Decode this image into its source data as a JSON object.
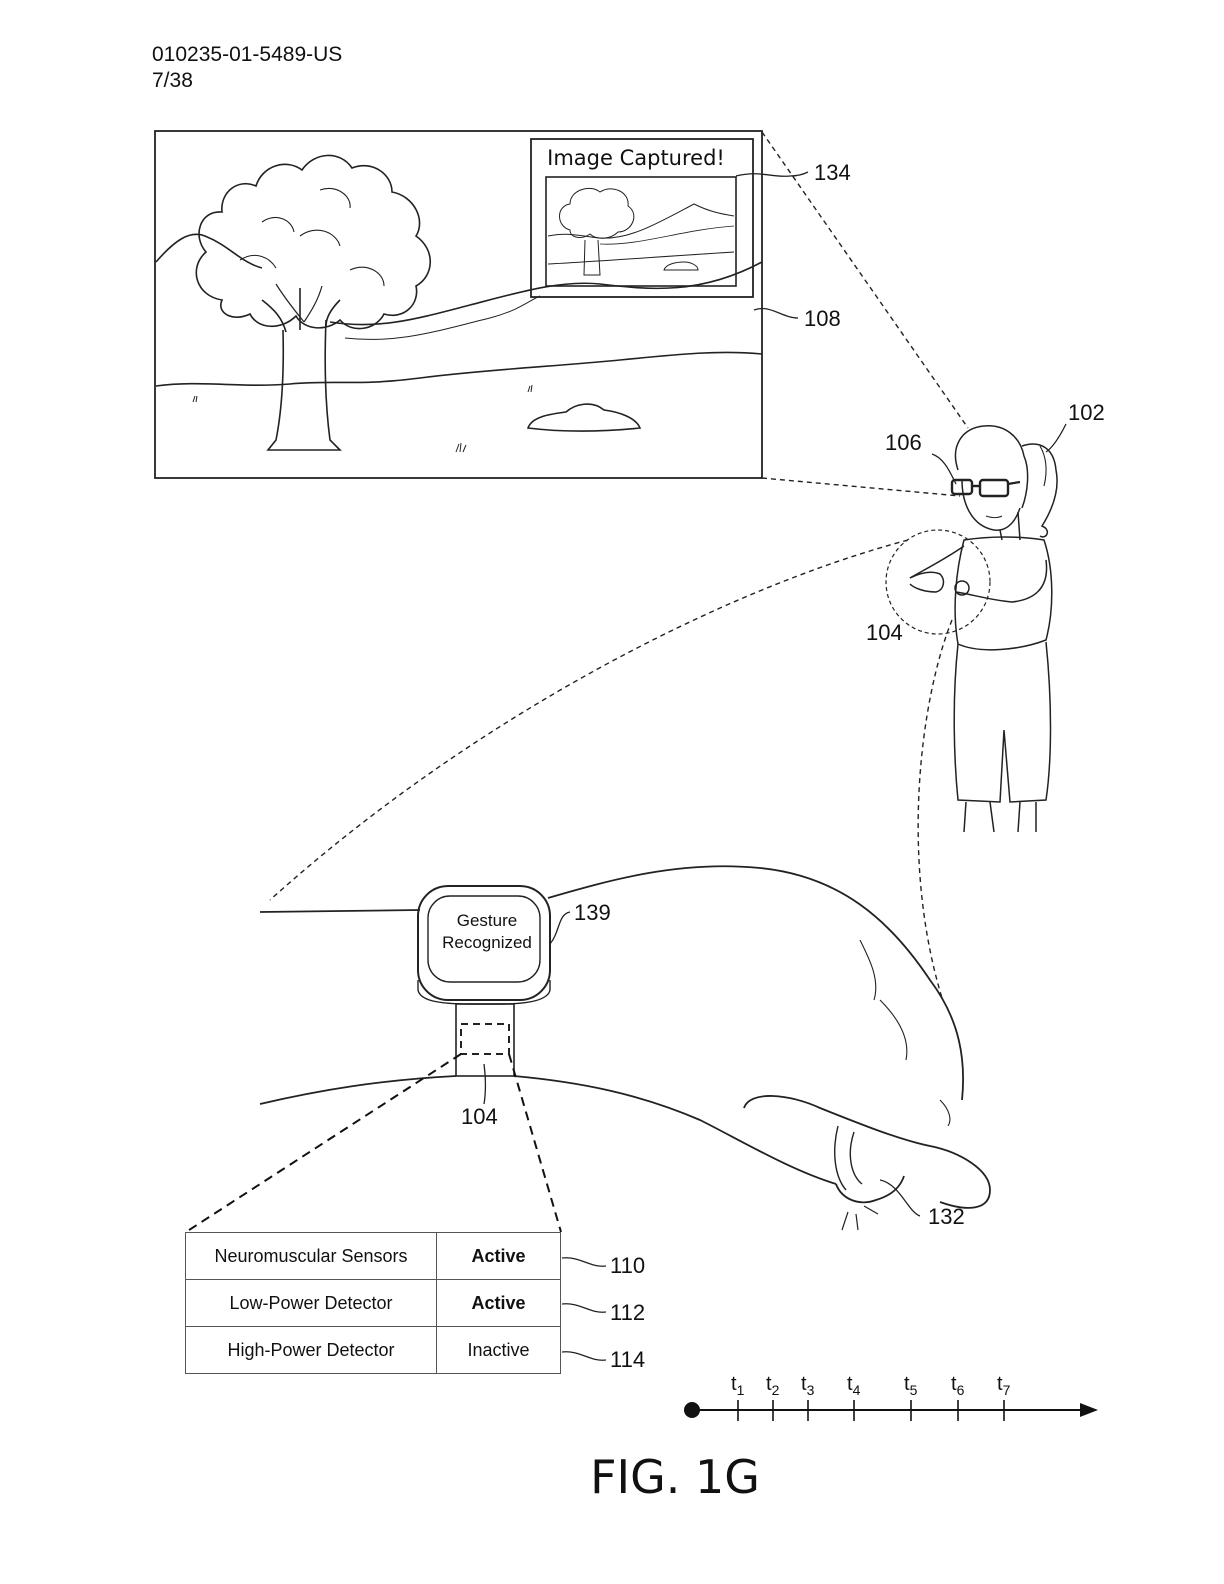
{
  "header": {
    "docket": "010235-01-5489-US",
    "sheet": "7/38"
  },
  "scene": {
    "overlay_title": "Image Captured!",
    "watch_message_line1": "Gesture",
    "watch_message_line2": "Recognized"
  },
  "refs": {
    "r134": "134",
    "r108": "108",
    "r102": "102",
    "r106": "106",
    "r104_user": "104",
    "r139": "139",
    "r104_watch": "104",
    "r132": "132",
    "r110": "110",
    "r112": "112",
    "r114": "114"
  },
  "status_table": {
    "rows": [
      {
        "name": "Neuromuscular Sensors",
        "status": "Active"
      },
      {
        "name": "Low-Power Detector",
        "status": "Active"
      },
      {
        "name": "High-Power Detector",
        "status": "Inactive"
      }
    ]
  },
  "timeline": {
    "ticks": [
      {
        "t": "t",
        "sub": "1"
      },
      {
        "t": "t",
        "sub": "2"
      },
      {
        "t": "t",
        "sub": "3"
      },
      {
        "t": "t",
        "sub": "4"
      },
      {
        "t": "t",
        "sub": "5"
      },
      {
        "t": "t",
        "sub": "6"
      },
      {
        "t": "t",
        "sub": "7"
      }
    ]
  },
  "figure_label": "FIG. 1G"
}
